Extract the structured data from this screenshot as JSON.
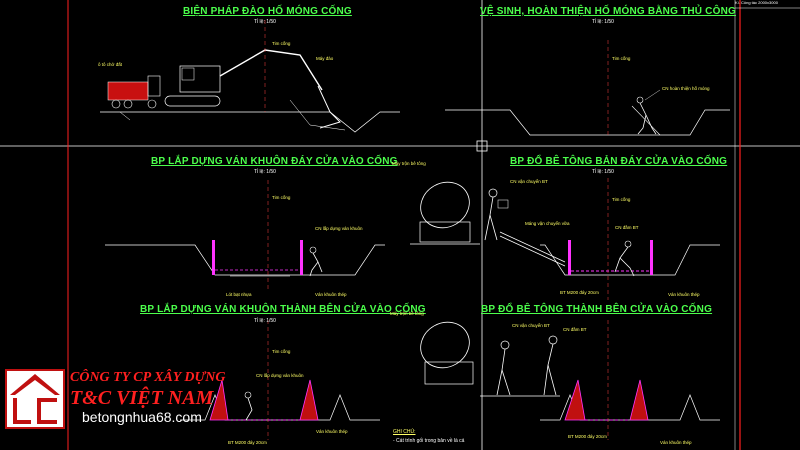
{
  "titles": {
    "t1": "BIỆN PHÁP ĐÀO HỐ MÓNG CỐNG",
    "t2": "VỆ SINH, HOÀN THIỆN HỐ MÓNG BẰNG THỦ CÔNG",
    "t3": "BP LẮP DỰNG VÁN KHUÔN ĐÁY CỬA VÀO CỐNG",
    "t4": "BP ĐỔ BÊ TÔNG BẢN ĐÁY CỬA VÀO CỐNG",
    "t5": "BP LẮP DỰNG VÁN KHUÔN THÀNH BÊN CỬA VÀO CỐNG",
    "t6": "BP ĐỔ BÊ TÔNG THÀNH BÊN CỬA VÀO CỐNG"
  },
  "labels": {
    "scale": "Tỉ lệ: 1/50",
    "tim_cong": "Tim cống",
    "may_dao": "Máy đào",
    "oto_cho_dat": "ô tô chở đất",
    "cn_hoan_thien": "CN hoàn thiện hố móng",
    "may_tron": "Máy trộn bê tông",
    "cn_van_chuyen": "CN vận chuyển BT",
    "mang_van_chuyen": "Máng vận chuyển vữa",
    "cn_dam_bt": "CN đầm BT",
    "cn_lap_dung": "CN lắp dựng ván khuôn",
    "lot_bat_nhua": "Lót bạt nhựa",
    "van_khuon_thep": "Ván khuôn thép",
    "bt_m200": "BT M200 đáy 20cm",
    "ghi_chu": "GHI CHÚ:",
    "ghi_chu_text": "- Cát trình gối trong bản về là cá",
    "top_note": "Kí. Công tác 2000x3000"
  },
  "brand": {
    "line1": "CÔNG TY CP XÂY DỰNG",
    "line2": "T&C VIỆT NAM",
    "website": "betongnhua68.com"
  },
  "colors": {
    "background": "#000000",
    "title_green": "#4cff4c",
    "line_white": "#ffffff",
    "trench_magenta": "#ff33ff",
    "red_border": "#ff2020",
    "brand_red": "#ff2020"
  }
}
